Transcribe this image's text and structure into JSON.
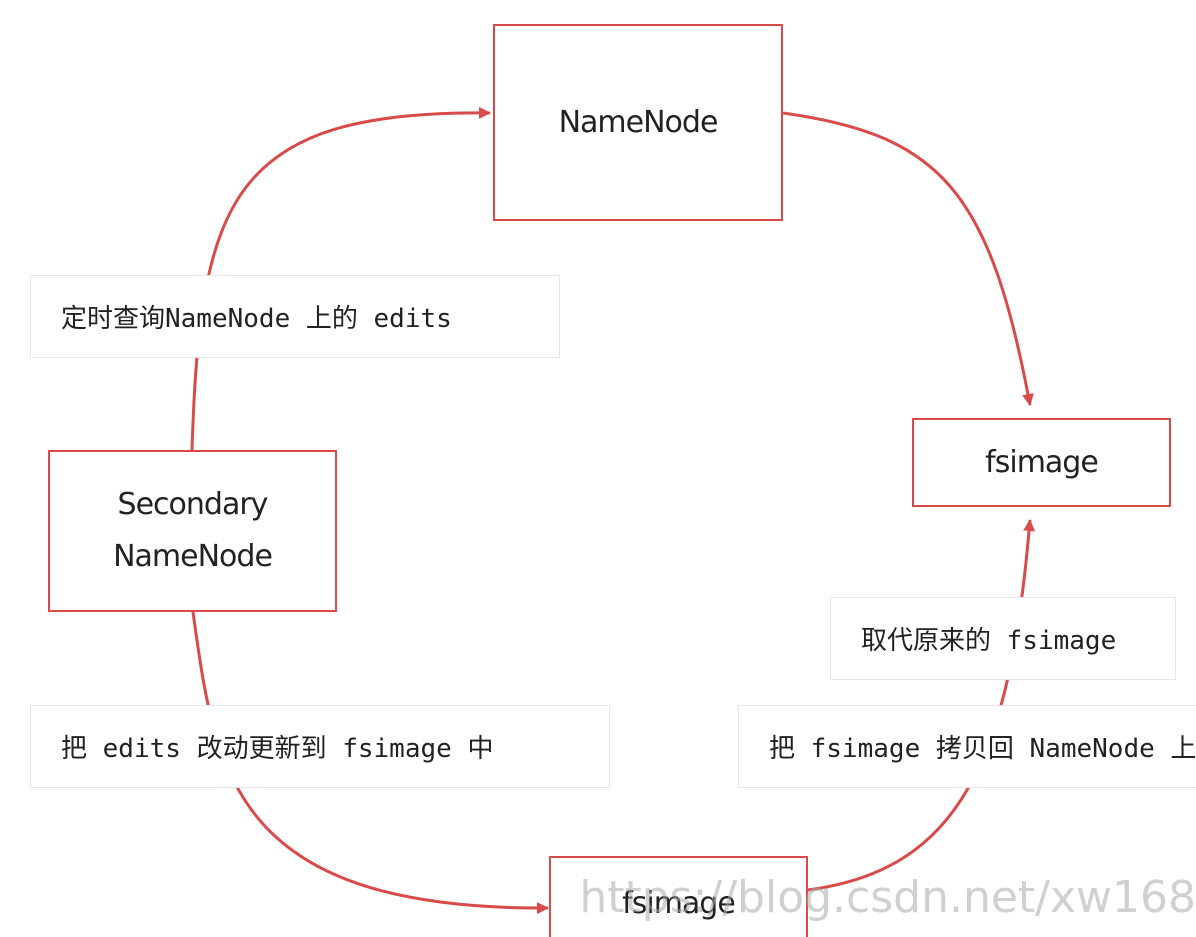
{
  "colors": {
    "accent": "#d94a4a",
    "text": "#222222",
    "label_border": "#e6e6e6"
  },
  "nodes": {
    "namenode": "NameNode",
    "fsimage_right": "fsimage",
    "secondary_line1": "Secondary",
    "secondary_line2": "NameNode",
    "fsimage_bottom": "fsimage"
  },
  "labels": {
    "query_edits": "定时查询NameNode 上的 edits",
    "update_fsimage": "把 edits 改动更新到 fsimage 中",
    "replace_fsimage": "取代原来的 fsimage",
    "copy_back": "把 fsimage 拷贝回 NameNode 上"
  },
  "watermark": "https://blog.csdn.net/xw168"
}
